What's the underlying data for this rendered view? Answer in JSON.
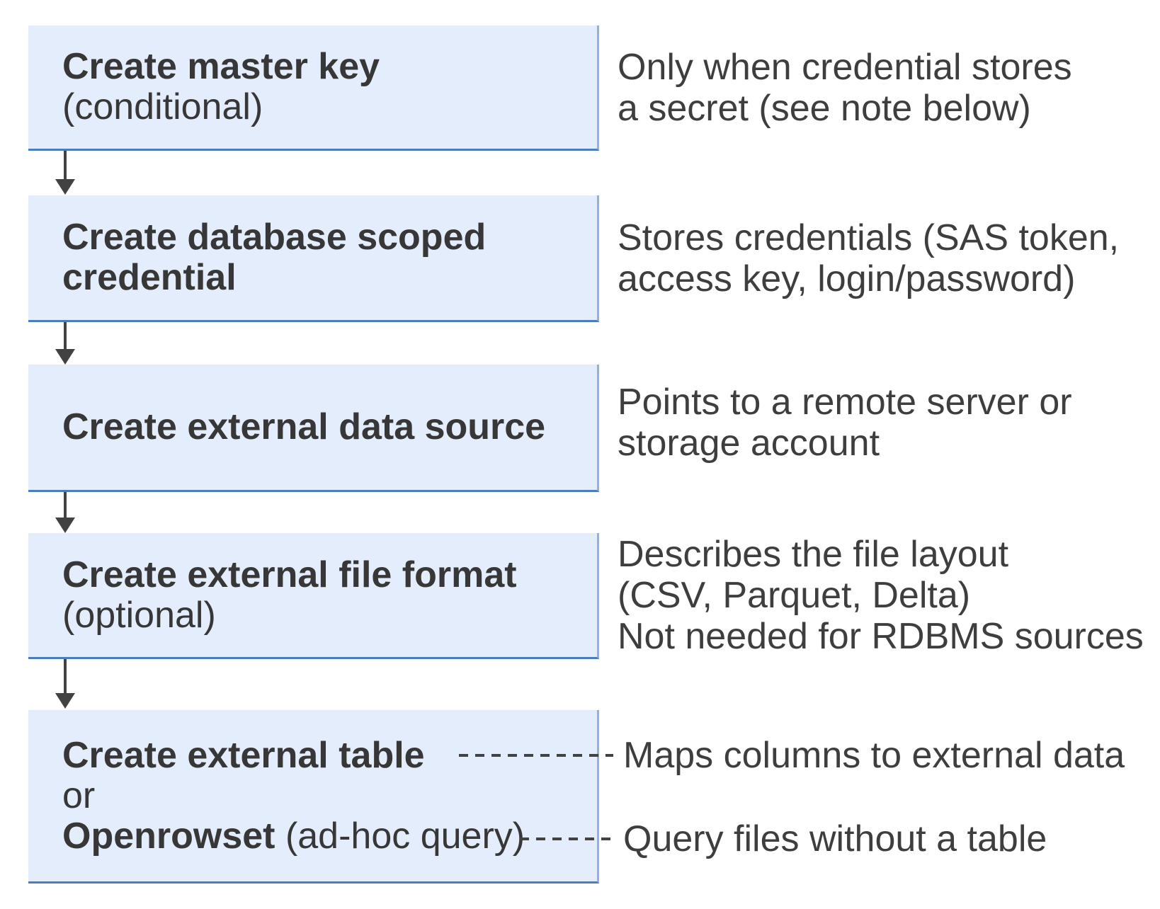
{
  "colors": {
    "background": "#ffffff",
    "box_fill": "#e3edfb",
    "box_border_right": "#8fb2dd",
    "box_border_bottom": "#4a7db9",
    "arrow": "#424242",
    "box_text": "#373737",
    "note_text": "#3e3e3e"
  },
  "steps": [
    {
      "title": "Create master key",
      "qualifier": "(conditional)",
      "note": "Only when credential stores\na secret (see note below)"
    },
    {
      "title": "Create database scoped\ncredential",
      "note": "Stores credentials (SAS token,\naccess key, login/password)"
    },
    {
      "title": "Create external data source",
      "note": "Points to a remote server or\nstorage account"
    },
    {
      "title": "Create external file format",
      "qualifier": "(optional)",
      "note": "Describes the file layout\n(CSV, Parquet, Delta)\nNot needed for RDBMS sources"
    },
    {
      "line1_bold": "Create external table",
      "line2": "or",
      "line3_bold": "Openrowset",
      "line3_regular": " (ad-hoc query)",
      "note_table": "Maps columns to external data",
      "note_openrowset": "Query files without a table"
    }
  ]
}
